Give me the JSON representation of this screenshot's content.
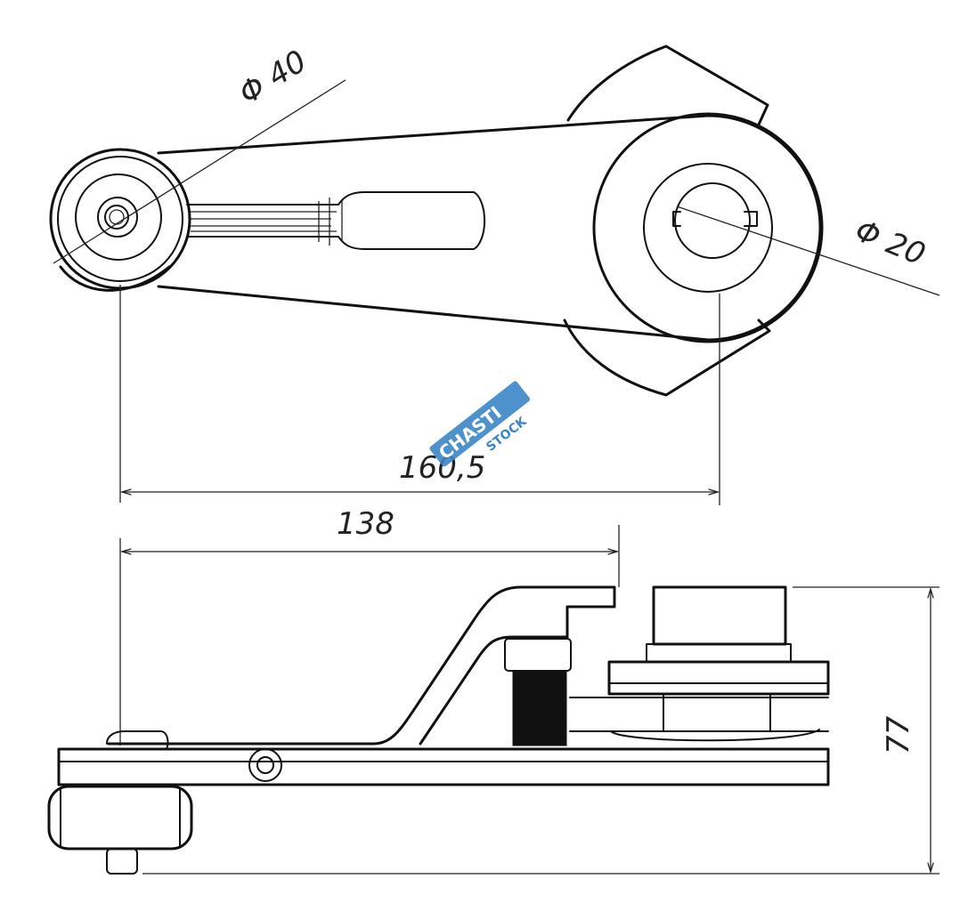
{
  "dimensions": {
    "top_left_diameter": "Φ 40",
    "top_right_diameter": "Φ 20",
    "top_horizontal_length": "160,5",
    "bottom_horizontal_length": "138",
    "bottom_vertical_height": "77"
  },
  "watermark": {
    "main": "CHASTI",
    "sub": "STOCK",
    "color": "#3a86c8"
  }
}
